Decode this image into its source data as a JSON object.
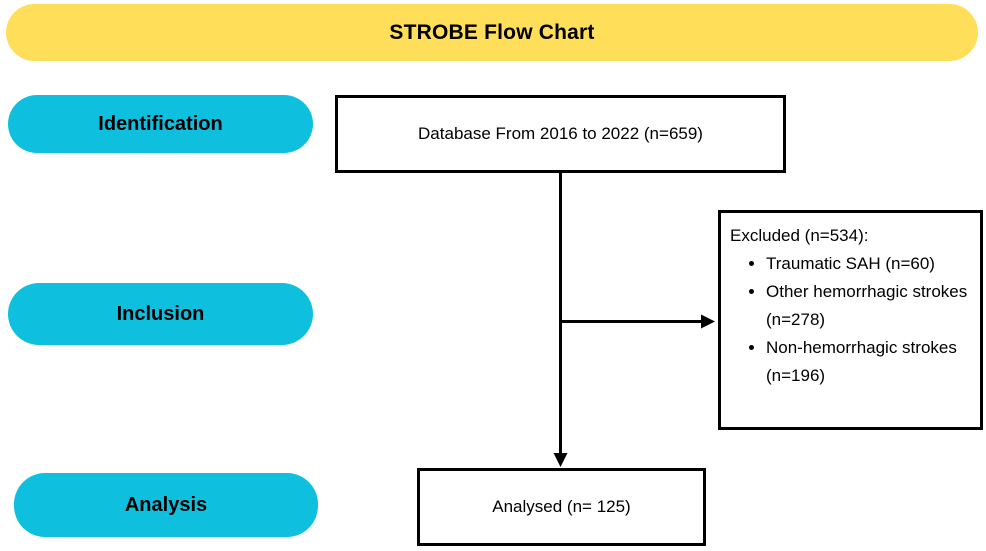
{
  "title": {
    "label": "STROBE Flow Chart"
  },
  "colors": {
    "title_bg": "#FFDE59",
    "stage_bg": "#0FC0DE",
    "box_border": "#000000",
    "arrow": "#000000",
    "text": "#000000"
  },
  "stages": [
    {
      "label": "Identification"
    },
    {
      "label": "Inclusion"
    },
    {
      "label": "Analysis"
    }
  ],
  "flow": {
    "database": {
      "label": "Database From 2016 to 2022 (n=659)"
    },
    "excluded": {
      "heading": "Excluded (n=534):",
      "items": [
        "Traumatic SAH (n=60)",
        "Other hemorrhagic strokes (n=278)",
        "Non-hemorrhagic strokes (n=196)"
      ]
    },
    "analysed": {
      "label": "Analysed (n= 125)"
    }
  }
}
